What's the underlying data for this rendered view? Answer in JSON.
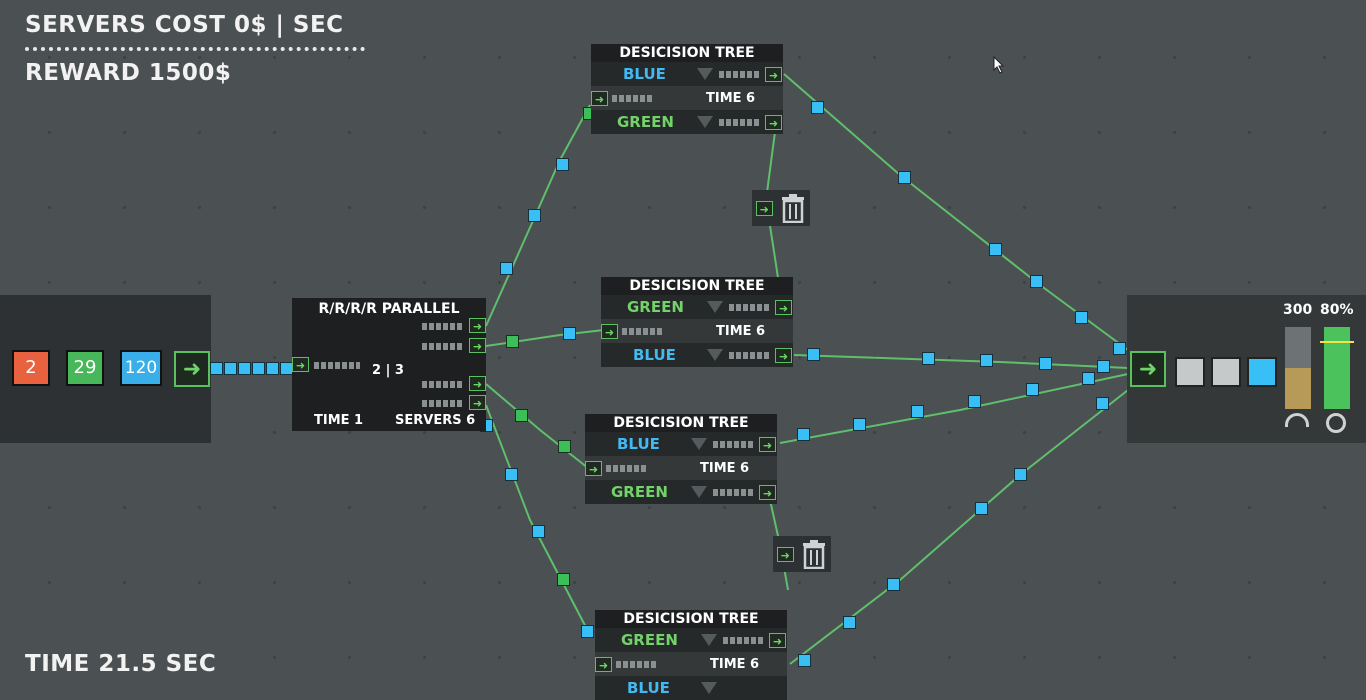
{
  "hud": {
    "servers_cost": "SERVERS COST 0$ | SEC",
    "reward": "REWARD 1500$",
    "time": "TIME 21.5 SEC"
  },
  "source": {
    "counters": [
      {
        "value": "2",
        "color": "#e8623f"
      },
      {
        "value": "29",
        "color": "#47b75a"
      },
      {
        "value": "120",
        "color": "#3aaee8"
      }
    ],
    "arrow_icon": "arrow-right-icon"
  },
  "balancer": {
    "title": "R/R/R/R PARALLEL",
    "ratio": "2 | 3",
    "time": "TIME 1",
    "servers": "SERVERS 6"
  },
  "decision_nodes": [
    {
      "title": "DESICISION TREE COLOR",
      "top_label": "BLUE",
      "time": "TIME 6",
      "bottom_label": "GREEN"
    },
    {
      "title": "DESICISION TREE COLOR",
      "top_label": "GREEN",
      "time": "TIME 6",
      "bottom_label": "BLUE"
    },
    {
      "title": "DESICISION TREE COLOR",
      "top_label": "BLUE",
      "time": "TIME 6",
      "bottom_label": "GREEN"
    },
    {
      "title": "DESICISION TREE COLOR",
      "top_label": "GREEN",
      "time": "TIME 6",
      "bottom_label": "BLUE"
    }
  ],
  "sink": {
    "capacity": "300",
    "accuracy": "80%",
    "capacity_fill": 0.5,
    "accuracy_fill": 1.0,
    "capacity_icon": "speedometer-icon",
    "accuracy_icon": "target-icon"
  },
  "icons": {
    "trash": "trash-icon",
    "port": "arrow-right-icon"
  }
}
